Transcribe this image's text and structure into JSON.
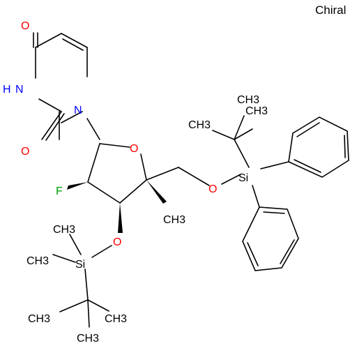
{
  "annotation": "Chiral",
  "atoms": {
    "O_top": "O",
    "NH_N": "N",
    "NH_H": "H",
    "N1": "N",
    "O_bottom": "O",
    "O_ring": "O",
    "F": "F",
    "O_link": "O",
    "Si_tbdps": "Si",
    "O_tbdms": "O",
    "Si_tbdms": "Si"
  },
  "methyl_labels": {
    "tbdps_top": "CH3",
    "tbdps_left": "CH3",
    "tbdps_right": "CH3",
    "ring_methyl": "CH3",
    "si_methyl_top": "CH3",
    "si_methyl_left": "CH3",
    "tbu_left": "CH3",
    "tbu_right": "CH3",
    "tbu_bottom": "CH3"
  },
  "colors": {
    "oxygen": "#ff0000",
    "nitrogen": "#0000ff",
    "fluorine": "#00a000",
    "bond": "#000000"
  }
}
